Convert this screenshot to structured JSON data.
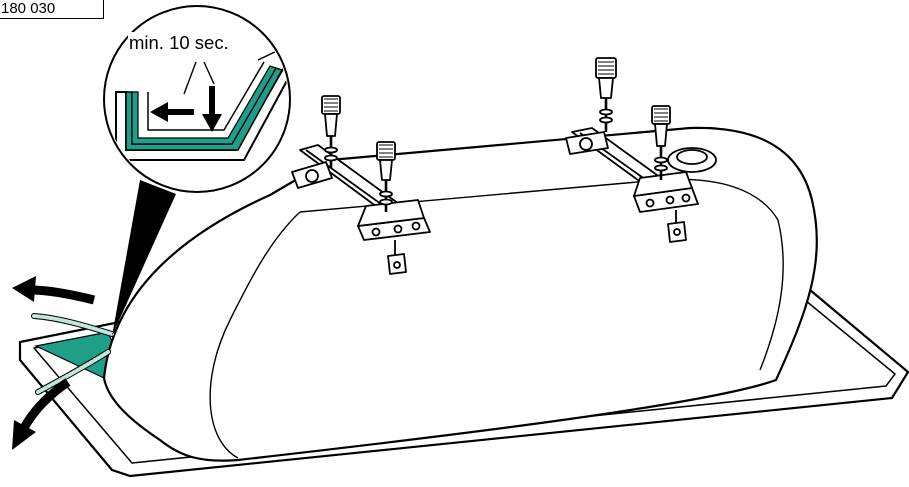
{
  "part_number": "180 030",
  "detail_callout": {
    "text": "min. 10 sec."
  },
  "colors": {
    "line": "#000000",
    "sealant": "#1f9e89",
    "cord": "#bfe5dc",
    "background": "#ffffff"
  },
  "icons": {
    "arrow_pull": "curved-arrow-left",
    "arrow_down": "curved-arrow-down-left"
  }
}
